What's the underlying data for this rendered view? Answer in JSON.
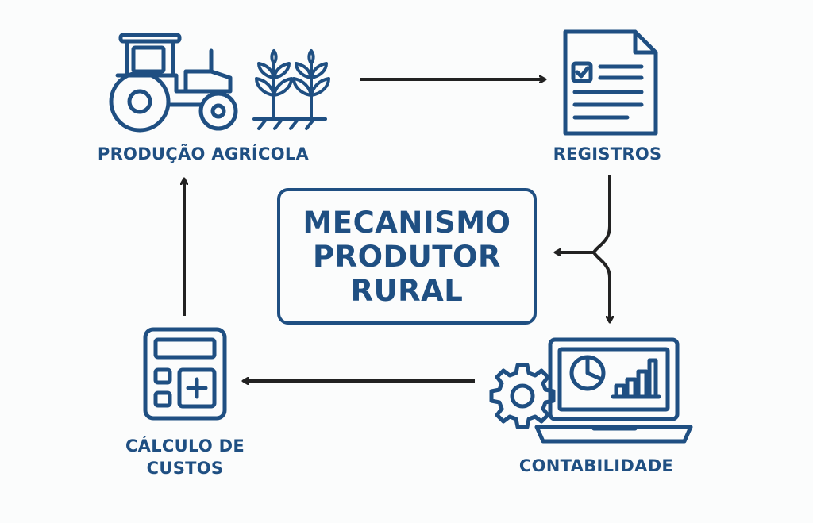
{
  "center": {
    "line1": "MECANISMO",
    "line2": "PRODUTOR",
    "line3": "RURAL"
  },
  "nodes": {
    "producao": {
      "label": "PRODUÇÃO AGRÍCOLA",
      "icon": "tractor-icon"
    },
    "registros": {
      "label": "REGISTROS",
      "icon": "document-icon"
    },
    "contabilidade": {
      "label": "CONTABILIDADE",
      "icon": "laptop-chart-icon"
    },
    "calculo": {
      "line1": "CÁLCULO DE",
      "line2": "CUSTOS",
      "icon": "calculator-icon"
    }
  },
  "colors": {
    "primary": "#1f4f82",
    "arrow": "#222222",
    "background": "#fbfcfc"
  }
}
